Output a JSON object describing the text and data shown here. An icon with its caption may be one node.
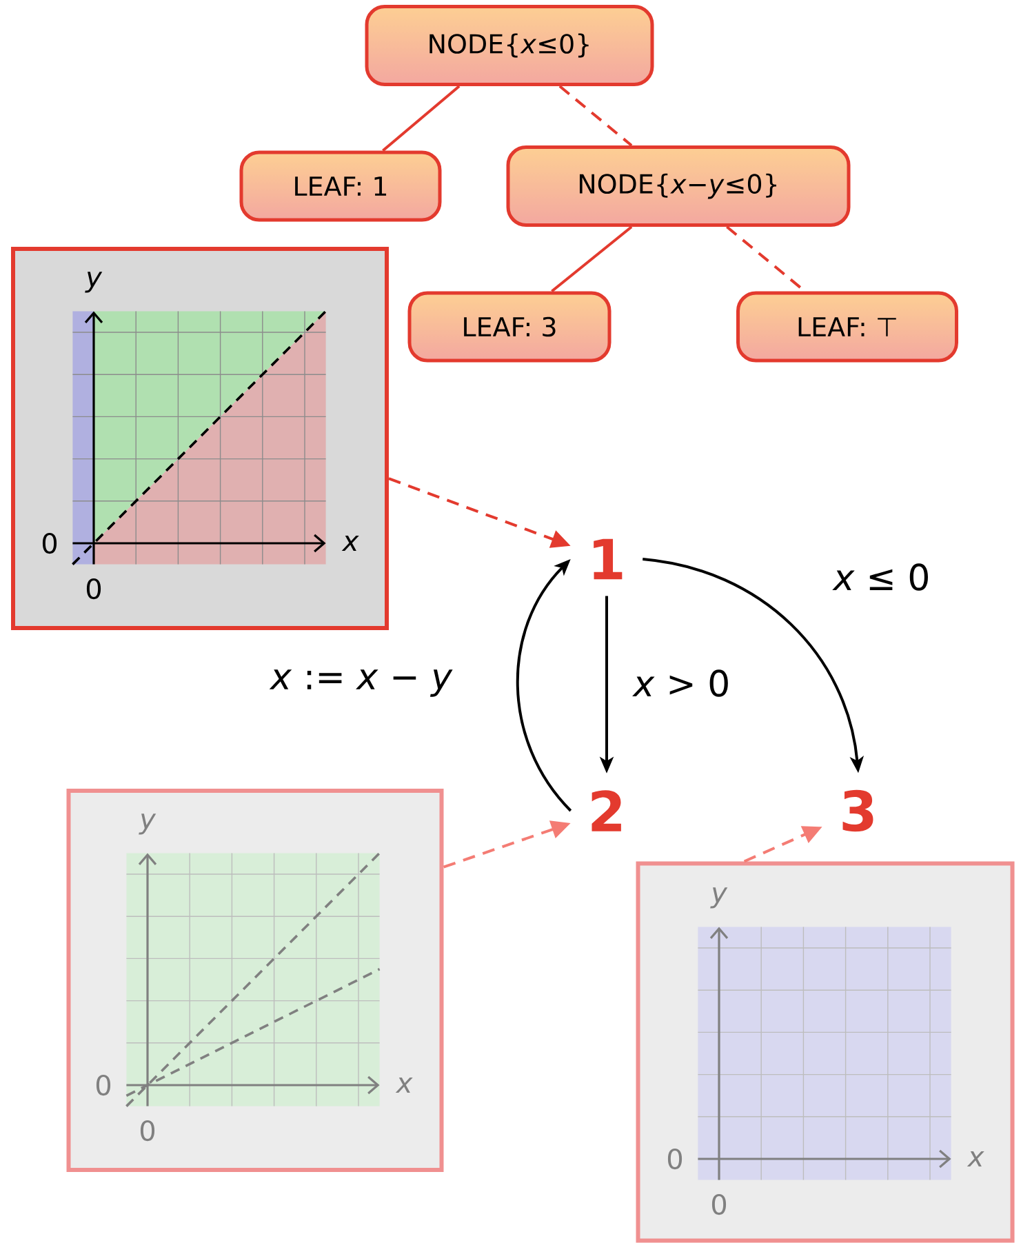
{
  "diagram": {
    "nodes": [
      {
        "text": [
          "NODE{*x*≤0}"
        ]
      },
      {
        "text": [
          "LEAF:  1"
        ]
      },
      {
        "text": [
          "NODE{*x*−*y*≤0}"
        ]
      },
      {
        "text": [
          "LEAF:  3"
        ]
      },
      {
        "text": [
          "LEAF:  ⊤"
        ]
      },
      {
        "text": [],
        "shape": "picture"
      },
      {
        "text": [
          "1"
        ]
      },
      {
        "text": [
          "2"
        ]
      },
      {
        "text": [
          "3"
        ]
      },
      {
        "text": [],
        "shape": "picture"
      },
      {
        "text": [],
        "shape": "picture"
      }
    ],
    "edges": [
      {
        "from": 0,
        "to": 1,
        "arrow": "none"
      },
      {
        "from": 0,
        "to": 2,
        "arrow": "none",
        "style": "dashed"
      },
      {
        "from": 2,
        "to": 3,
        "arrow": "none"
      },
      {
        "from": 2,
        "to": 4,
        "arrow": "none",
        "style": "dashed"
      },
      {
        "from": 6,
        "to": 8,
        "arrow": "to",
        "label": "*x* ≤ 0",
        "color": "#000000"
      },
      {
        "from": 6,
        "to": 7,
        "arrow": "to",
        "label": "*x* > 0",
        "color": "#000000"
      },
      {
        "from": 7,
        "to": 6,
        "arrow": "to",
        "label": "*x* := *x* − *y*",
        "color": "#000000"
      },
      {
        "from": 5,
        "to": 6,
        "arrow": "to",
        "style": "dashed"
      },
      {
        "from": 9,
        "to": 7,
        "arrow": "to",
        "style": "dashed",
        "color": "#f47c74"
      },
      {
        "from": 10,
        "to": 8,
        "arrow": "to",
        "style": "dashed",
        "color": "#f47c74"
      }
    ],
    "labels": [
      "y",
      "0",
      "x",
      "0",
      "y",
      "0",
      "x",
      "0",
      "y",
      "0",
      "x",
      "0"
    ]
  }
}
